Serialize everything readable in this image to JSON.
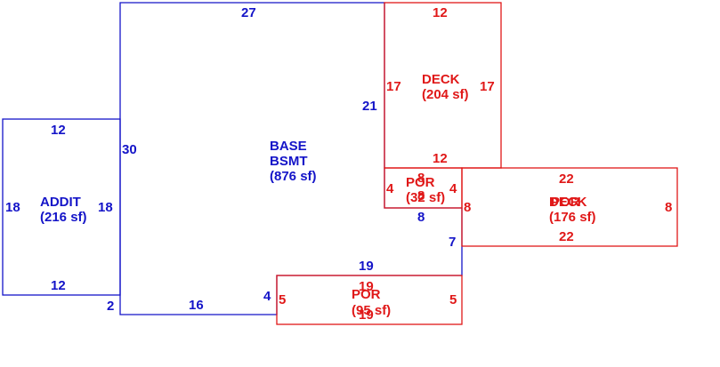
{
  "colors": {
    "blue": "#1414c8",
    "red": "#e01818",
    "background": "#ffffff"
  },
  "areas": {
    "base": {
      "name1": "BASE",
      "name2": "BSMT",
      "area": "(876 sf)"
    },
    "addit": {
      "name": "ADDIT",
      "area": "(216 sf)"
    },
    "deck": {
      "name": "DECK",
      "area": "(204 sf)"
    },
    "por_small": {
      "name": "POR",
      "area": "(32 sf)"
    },
    "deck2": {
      "name": "DECK",
      "area": "(176 sf)",
      "overlay": "POR"
    },
    "por_bottom": {
      "name": "POR",
      "area": "(95 sf)"
    }
  },
  "dimensions": {
    "base_top": "27",
    "base_left": "30",
    "base_right": "21",
    "base_bottom": "16",
    "base_step_left": "2",
    "base_step_vertical": "4",
    "base_bottom_right": "19",
    "base_right_lower": "7",
    "base_notch_bottom": "8",
    "addit_top": "12",
    "addit_left": "18",
    "addit_right": "18",
    "addit_bottom": "12",
    "deck_top": "12",
    "deck_left": "17",
    "deck_right": "17",
    "deck_bottom": "12",
    "por_top": "8",
    "por_left": "4",
    "por_right": "4",
    "por_mid": "8",
    "deck2_top": "22",
    "deck2_left": "8",
    "deck2_right": "8",
    "deck2_bottom": "22",
    "por2_top": "19",
    "por2_left": "5",
    "por2_right": "5",
    "por2_bottom": "19"
  }
}
